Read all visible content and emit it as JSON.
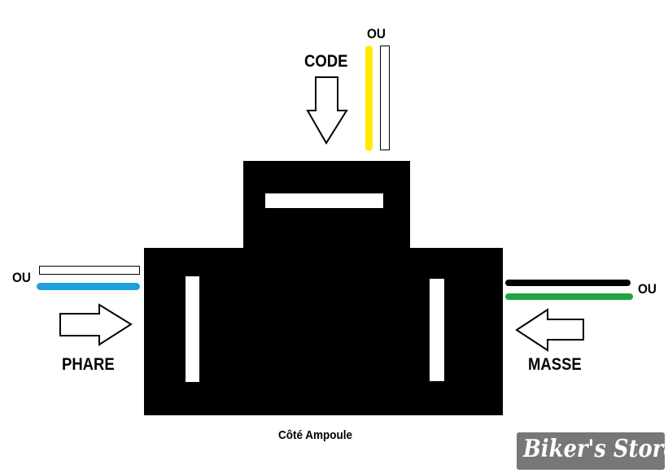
{
  "labels": {
    "code": "CODE",
    "phare": "PHARE",
    "masse": "MASSE",
    "ou_top": "OU",
    "ou_left": "OU",
    "ou_right": "OU",
    "caption": "Côté Ampoule"
  },
  "watermark": {
    "text": "Biker's Store"
  },
  "colors": {
    "code_wire": "#ffeb00",
    "phare_wire": "#1ea0dc",
    "masse_wire_black": "#000000",
    "masse_wire_green": "#1fa43f",
    "alternate_wire": "#ffffff",
    "connector": "#000000",
    "watermark_bg": "#777777"
  },
  "icons": {
    "code_arrow": "down-arrow-icon",
    "phare_arrow": "right-arrow-icon",
    "masse_arrow": "left-arrow-icon"
  }
}
